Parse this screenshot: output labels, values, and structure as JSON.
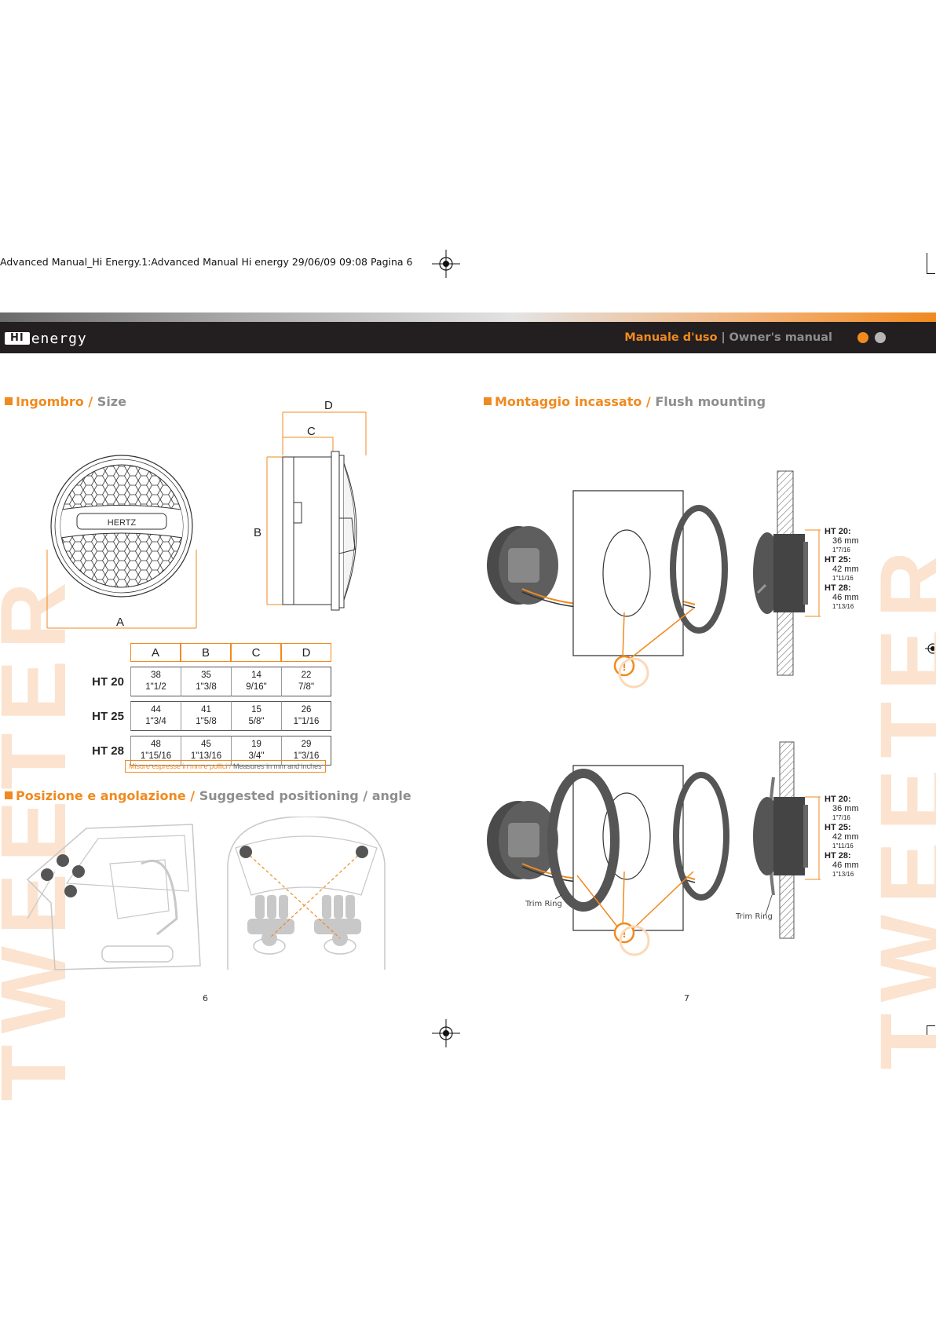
{
  "print_info": "Advanced Manual_Hi Energy.1:Advanced Manual Hi energy  29/06/09  09:08  Pagina 6",
  "header": {
    "logo_hi": "HI",
    "logo_energy": "energy",
    "title_it": "Manuale d'uso",
    "separator": "|",
    "title_en": "Owner's manual",
    "colors": {
      "accent": "#f08a1f",
      "bar": "#231f20",
      "dot_inactive": "#b5b5b5"
    }
  },
  "watermark": "TWEETER",
  "size_section": {
    "title_it": "Ingombro /",
    "title_en": "Size",
    "front_label_a": "A",
    "side_label_b": "B",
    "side_label_c": "C",
    "side_label_d": "D",
    "brand_on_grille": "HERTZ",
    "table": {
      "columns": [
        "A",
        "B",
        "C",
        "D"
      ],
      "rows": [
        {
          "model": "HT 20",
          "cells": [
            [
              "38",
              "1\"1/2"
            ],
            [
              "35",
              "1\"3/8"
            ],
            [
              "14",
              "9/16\""
            ],
            [
              "22",
              "7/8\""
            ]
          ]
        },
        {
          "model": "HT 25",
          "cells": [
            [
              "44",
              "1\"3/4"
            ],
            [
              "41",
              "1\"5/8"
            ],
            [
              "15",
              "5/8\""
            ],
            [
              "26",
              "1\"1/16"
            ]
          ]
        },
        {
          "model": "HT 28",
          "cells": [
            [
              "48",
              "1\"15/16"
            ],
            [
              "45",
              "1\"13/16"
            ],
            [
              "19",
              "3/4\""
            ],
            [
              "29",
              "1\"3/16"
            ]
          ]
        }
      ]
    },
    "note_it": "Misure espresse in mm e pollici /",
    "note_en": " Measures in mm and inches"
  },
  "positioning_section": {
    "title_it": "Posizione e angolazione /",
    "title_en": "Suggested positioning / angle"
  },
  "flush_section": {
    "title_it": "Montaggio incassato /",
    "title_en": "Flush mounting",
    "specs_top": [
      {
        "model": "HT 20:",
        "mm": "36 mm",
        "inch": "1\"7/16"
      },
      {
        "model": "HT 25:",
        "mm": "42 mm",
        "inch": "1\"11/16"
      },
      {
        "model": "HT 28:",
        "mm": "46 mm",
        "inch": "1\"13/16"
      }
    ],
    "specs_bottom": [
      {
        "model": "HT 20:",
        "mm": "36 mm",
        "inch": "1\"7/16"
      },
      {
        "model": "HT 25:",
        "mm": "42 mm",
        "inch": "1\"11/16"
      },
      {
        "model": "HT 28:",
        "mm": "46 mm",
        "inch": "1\"13/16"
      }
    ],
    "trim_ring_label_1": "Trim Ring",
    "trim_ring_label_2": "Trim Ring"
  },
  "page_left": "6",
  "page_right": "7"
}
